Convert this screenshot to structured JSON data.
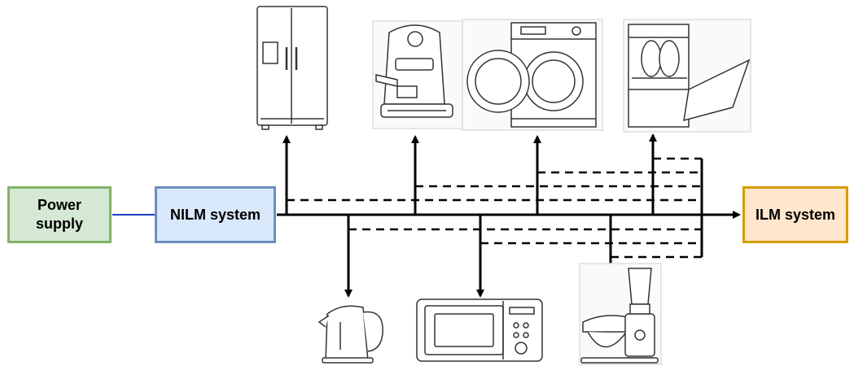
{
  "boxes": {
    "power_supply": {
      "label": "Power\nsupply",
      "fill": "#d5e8d4",
      "border": "#82b366"
    },
    "nilm_system": {
      "label": "NILM system",
      "fill": "#dae8fc",
      "border": "#6c8ebf"
    },
    "ilm_system": {
      "label": "ILM system",
      "fill": "#ffe6cc",
      "border": "#d79b00"
    }
  },
  "colors": {
    "wire": "#000000",
    "supply_link": "#1f3fbf"
  },
  "appliances_top": [
    "refrigerator-icon",
    "coffee-machine-icon",
    "washing-machine-icon",
    "dishwasher-icon"
  ],
  "appliances_bottom": [
    "kettle-icon",
    "microwave-icon",
    "food-processor-icon"
  ]
}
